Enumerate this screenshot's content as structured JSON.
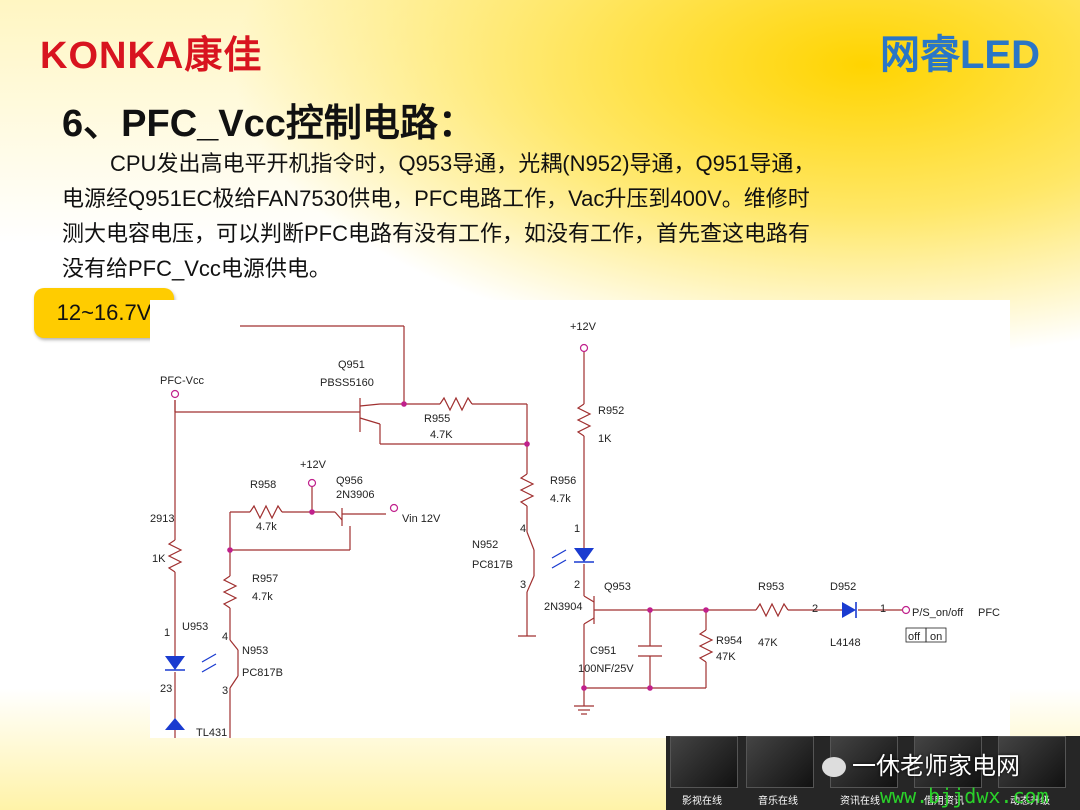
{
  "header": {
    "brand_left": "KONKA康佳",
    "brand_right": "网睿LED"
  },
  "slide": {
    "title": "6、PFC_Vcc控制电路：",
    "paragraph_lines": [
      "CPU发出高电平开机指令时，Q953导通，光耦(N952)导通，Q951导通，",
      "电源经Q951EC极给FAN7530供电，PFC电路工作，Vac升压到400V。维修时",
      "测大电容电压，可以判断PFC电路有没有工作，如没有工作，首先查这电路有",
      "没有给PFC_Vcc电源供电。"
    ],
    "callout": "12~16.7V"
  },
  "schematic": {
    "labels": {
      "pfc_vcc": "PFC-Vcc",
      "q951": "Q951",
      "q951_part": "PBSS5160",
      "r955": "R955",
      "r955_val": "4.7K",
      "plus12_top": "+12V",
      "r952": "R952",
      "r952_val": "1K",
      "plus12_mid": "+12V",
      "r958": "R958",
      "r958_val": "4.7k",
      "q956": "Q956",
      "q956_part": "2N3906",
      "vin": "Vin 12V",
      "r956": "R956",
      "r956_val": "4.7k",
      "r913_partial": "2913",
      "r913_val": "1K",
      "n952": "N952",
      "n952_part": "PC817B",
      "pin4_n952": "4",
      "pin3_n952": "3",
      "pin1_led": "1",
      "pin2_led": "2",
      "r957": "R957",
      "r957_val": "4.7k",
      "q953": "Q953",
      "q953_part": "2N3904",
      "r953": "R953",
      "r953_val": "47K",
      "d952": "D952",
      "d952_part": "L4148",
      "pin2_d": "2",
      "pin1_d": "1",
      "ps_on": "P/S_on/off",
      "pfc": "PFC",
      "off": "off",
      "on": "on",
      "u953": "U953",
      "pin1_u": "1",
      "pin4_n953": "4",
      "n953": "N953",
      "n953_part": "PC817B",
      "pin23": "23",
      "pin3_n953": "3",
      "c951": "C951",
      "c951_val": "100NF/25V",
      "r954": "R954",
      "r954_val": "47K",
      "tl431": "TL431"
    }
  },
  "footer": {
    "tiles": [
      "影视在线",
      "音乐在线",
      "资讯在线",
      "借用资讯",
      "动态升级"
    ],
    "watermark": "一休老师家电网",
    "url": "www.bjjdwx.com"
  },
  "colors": {
    "brand_red": "#d8141f",
    "callout_yellow": "#ffcc00",
    "wire": "#a03030",
    "node": "#c0208c",
    "diode_blue": "#1a3bd0"
  }
}
